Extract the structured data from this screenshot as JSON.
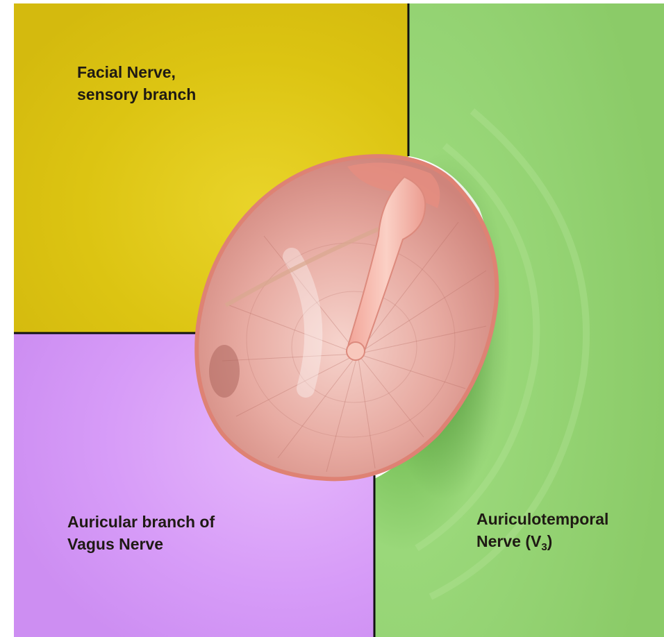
{
  "regions": {
    "facial": {
      "line1": "Facial Nerve,",
      "line2": "sensory branch",
      "color": "#dcc412"
    },
    "vagus": {
      "line1": "Auricular branch of",
      "line2": "Vagus Nerve",
      "color": "#d79cf8"
    },
    "auriculotemporal": {
      "line1": "Auriculotemporal",
      "line2_text": "Nerve (V",
      "line2_subscript": "3",
      "line2_close": ")",
      "color": "#8dcd6a"
    }
  },
  "illustration": {
    "subject": "tympanic membrane with malleus handle",
    "membrane_color": "#e4a39a",
    "rim_color": "#e8968a",
    "boundary_line_color": "#111111"
  }
}
